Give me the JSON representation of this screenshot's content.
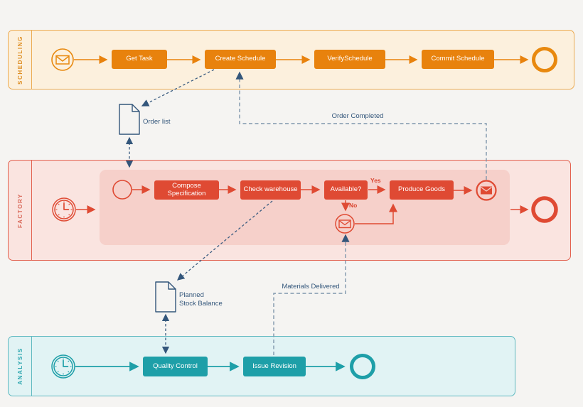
{
  "page": {
    "background": "#F5F4F2"
  },
  "diagram": {
    "type": "bpmn-flowchart",
    "lanes": [
      {
        "label": "SCHEDULING",
        "accent": "#E8820D",
        "tasks": [
          "Get Task",
          "Create Schedule",
          "VerifySchedule",
          "Commit Schedule"
        ]
      },
      {
        "label": "FACTORY",
        "accent": "#DF4A33",
        "tasks": [
          "Compose Specification",
          "Check warehouse",
          "Available?",
          "Produce Goods"
        ]
      },
      {
        "label": "ANALYSIS",
        "accent": "#1E9FA8",
        "tasks": [
          "Quality Control",
          "Issue Revision"
        ]
      }
    ],
    "documents": [
      {
        "lines": [
          "Order list"
        ]
      },
      {
        "lines": [
          "Planned",
          "Stock Balance"
        ]
      }
    ],
    "flow_labels": {
      "order_completed": "Order Completed",
      "materials_delivered": "Materials Delivered",
      "yes": "Yes",
      "no": "No"
    },
    "colors": {
      "annotation": "#33567B",
      "message_flow": "#7E96AC",
      "decision_label": "#D9442F"
    }
  }
}
